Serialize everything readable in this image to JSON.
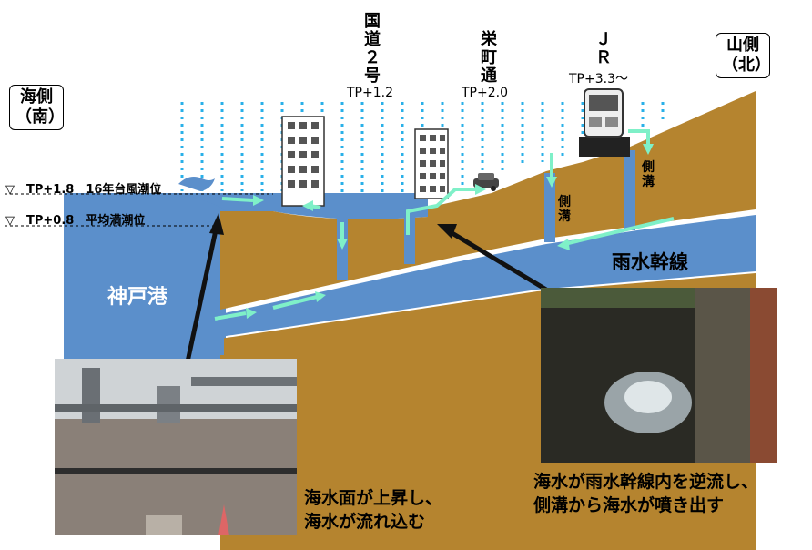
{
  "labels": {
    "sea_side": "海側\n（南）",
    "mountain_side": "山側\n（北）",
    "route2": "国道２号",
    "route2_tp": "TP+1.2",
    "sakaemachi": "栄町通",
    "sakaemachi_tp": "TP+2.0",
    "jr": "ＪＲ",
    "jr_tp": "TP+3.3～",
    "kobe_port": "神戸港",
    "rain_trunk": "雨水幹線",
    "gutter1": "側溝",
    "gutter2": "側溝",
    "level_typhoon": "▽　TP+1.8　16年台風潮位",
    "level_mean": "▽　TP+0.8　平均満潮位"
  },
  "captions": {
    "left": "海水面が上昇し、\n海水が流れ込む",
    "right": "海水が雨水幹線内を逆流し、\n側溝から海水が噴き出す"
  },
  "colors": {
    "ground": "#b5842f",
    "sea": "#5b8fcb",
    "arrow": "#7ff0c8",
    "dotted": "#2ab0e8"
  }
}
